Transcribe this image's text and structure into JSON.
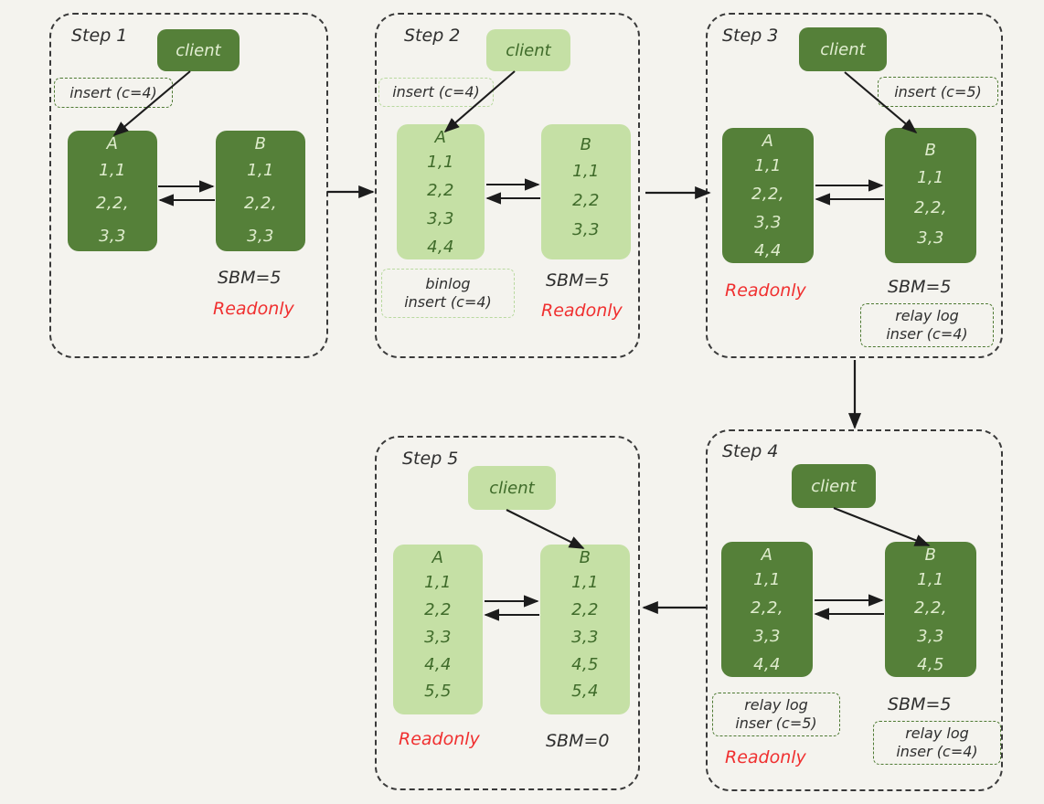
{
  "diagram": {
    "title": "MySQL master-slave switchover with SBM / Readonly states",
    "background": "#f4f3ee",
    "colors": {
      "dark_green": "#558039",
      "light_green": "#c5e0a5",
      "dark_text_on_green": "#dfeccd",
      "light_text_on_green": "#3f6b2a",
      "dashed_panel": "#3a3a3a",
      "dashed_tag": "#4e7a33",
      "dashed_tag_pale": "#b9d9a0",
      "readonly_red": "#f03030",
      "arrow": "#1c1c1c"
    }
  },
  "steps": [
    {
      "id": "step1",
      "label": "Step 1",
      "shade": "dark",
      "client": {
        "label": "client",
        "shade": "dark"
      },
      "tag_top": {
        "lines": [
          "insert (c=4)"
        ],
        "style": "solid-green"
      },
      "nodes": [
        {
          "name": "A",
          "rows": [
            "1,1",
            "2,2,",
            "3,3"
          ]
        },
        {
          "name": "B",
          "rows": [
            "1,1",
            "2,2,",
            "3,3"
          ]
        }
      ],
      "footer": {
        "sbm": "SBM=5",
        "readonly": "Readonly"
      }
    },
    {
      "id": "step2",
      "label": "Step 2",
      "shade": "light",
      "client": {
        "label": "client",
        "shade": "light"
      },
      "tag_top": {
        "lines": [
          "insert (c=4)"
        ],
        "style": "pale-green"
      },
      "nodes": [
        {
          "name": "A",
          "rows": [
            "1,1",
            "2,2",
            "3,3",
            "4,4"
          ]
        },
        {
          "name": "B",
          "rows": [
            "1,1",
            "2,2",
            "3,3"
          ]
        }
      ],
      "tag_binlog": {
        "lines": [
          "binlog",
          "insert (c=4)"
        ],
        "style": "pale-green"
      },
      "footer": {
        "sbm": "SBM=5",
        "readonly": "Readonly"
      }
    },
    {
      "id": "step3",
      "label": "Step 3",
      "shade": "dark",
      "client": {
        "label": "client",
        "shade": "dark"
      },
      "tag_top": {
        "lines": [
          "insert (c=5)"
        ],
        "style": "solid-green"
      },
      "nodes": [
        {
          "name": "A",
          "rows": [
            "1,1",
            "2,2,",
            "3,3",
            "4,4"
          ]
        },
        {
          "name": "B",
          "rows": [
            "1,1",
            "2,2,",
            "3,3"
          ]
        }
      ],
      "tag_relay_b": {
        "lines": [
          "relay log",
          "inser (c=4)"
        ],
        "style": "solid-green"
      },
      "footer": {
        "readonly": "Readonly",
        "sbm": "SBM=5"
      }
    },
    {
      "id": "step4",
      "label": "Step 4",
      "shade": "dark",
      "client": {
        "label": "client",
        "shade": "dark"
      },
      "nodes": [
        {
          "name": "A",
          "rows": [
            "1,1",
            "2,2,",
            "3,3",
            "4,4"
          ]
        },
        {
          "name": "B",
          "rows": [
            "1,1",
            "2,2,",
            "3,3",
            "4,5"
          ]
        }
      ],
      "tag_relay_a": {
        "lines": [
          "relay log",
          "inser (c=5)"
        ],
        "style": "solid-green"
      },
      "tag_relay_b": {
        "lines": [
          "relay log",
          "inser (c=4)"
        ],
        "style": "solid-green"
      },
      "footer": {
        "readonly": "Readonly",
        "sbm": "SBM=5"
      }
    },
    {
      "id": "step5",
      "label": "Step 5",
      "shade": "light",
      "client": {
        "label": "client",
        "shade": "light"
      },
      "nodes": [
        {
          "name": "A",
          "rows": [
            "1,1",
            "2,2",
            "3,3",
            "4,4",
            "5,5"
          ]
        },
        {
          "name": "B",
          "rows": [
            "1,1",
            "2,2",
            "3,3",
            "4,5",
            "5,4"
          ]
        }
      ],
      "footer": {
        "readonly": "Readonly",
        "sbm": "SBM=0"
      }
    }
  ],
  "flow_arrows": [
    {
      "from": "step1",
      "to": "step2",
      "direction": "right"
    },
    {
      "from": "step2",
      "to": "step3",
      "direction": "right"
    },
    {
      "from": "step3",
      "to": "step4",
      "direction": "down"
    },
    {
      "from": "step4",
      "to": "step5",
      "direction": "left"
    }
  ]
}
